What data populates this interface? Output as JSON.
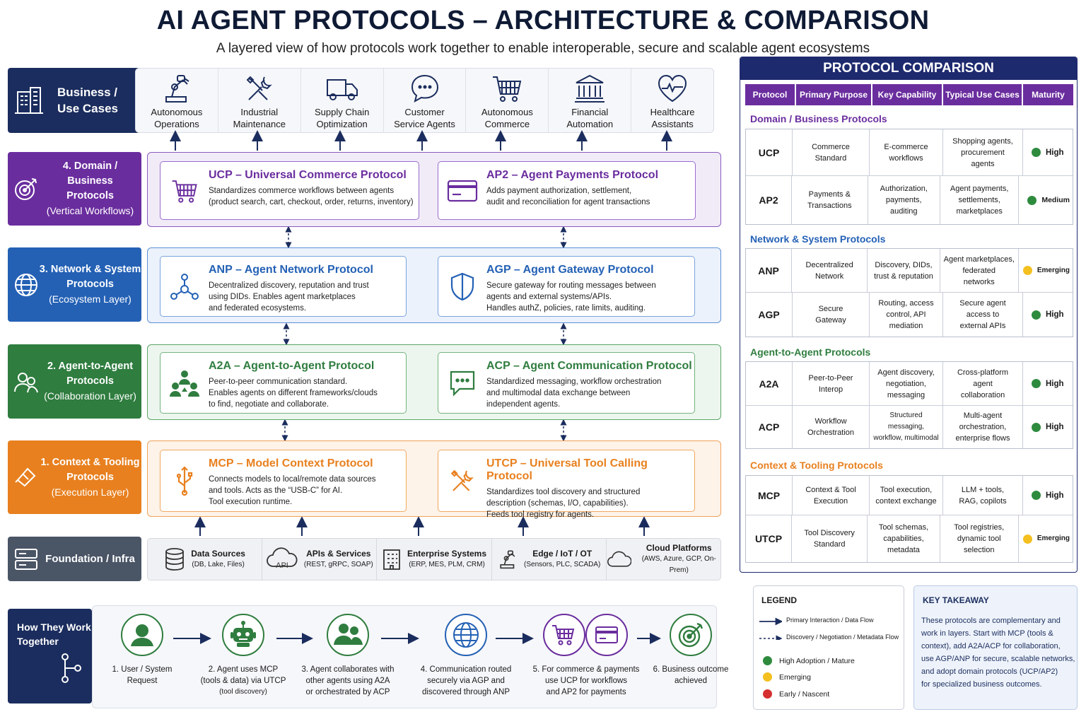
{
  "title": "AI AGENT PROTOCOLS – ARCHITECTURE & COMPARISON",
  "subtitle": "A layered view of how protocols work together to enable interoperable, secure and scalable agent ecosystems",
  "colors": {
    "navy": "#1b2d5e",
    "purple": "#6a2d9e",
    "blue": "#2461b5",
    "green": "#2f7d3f",
    "orange": "#e8801f",
    "slate": "#4a5566",
    "yellow": "#f4c020",
    "red": "#d62f2f"
  },
  "layers": {
    "business": {
      "line1": "Business /",
      "line2": "Use Cases"
    },
    "domain": {
      "line1": "4. Domain / Business",
      "line2": "Protocols",
      "line3": "(Vertical Workflows)"
    },
    "network": {
      "line1": "3. Network & System",
      "line2": "Protocols",
      "line3": "(Ecosystem Layer)"
    },
    "a2a": {
      "line1": "2. Agent-to-Agent",
      "line2": "Protocols",
      "line3": "(Collaboration Layer)"
    },
    "context": {
      "line1": "1. Context & Tooling",
      "line2": "Protocols",
      "line3": "(Execution Layer)"
    },
    "foundation": {
      "line1": "Foundation / Infra"
    }
  },
  "use_cases": [
    {
      "l1": "Autonomous",
      "l2": "Operations",
      "icon": "robot-arm-icon"
    },
    {
      "l1": "Industrial",
      "l2": "Maintenance",
      "icon": "tools-icon"
    },
    {
      "l1": "Supply Chain",
      "l2": "Optimization",
      "icon": "truck-icon"
    },
    {
      "l1": "Customer",
      "l2": "Service Agents",
      "icon": "chat-icon"
    },
    {
      "l1": "Autonomous",
      "l2": "Commerce",
      "icon": "cart-icon"
    },
    {
      "l1": "Financial",
      "l2": "Automation",
      "icon": "bank-icon"
    },
    {
      "l1": "Healthcare",
      "l2": "Assistants",
      "icon": "heart-icon"
    }
  ],
  "cards": {
    "ucp": {
      "abbr": "UCP",
      "name": " – Universal Commerce Protocol",
      "d1": "Standardizes commerce workflows between agents",
      "d2": "(product search, cart, checkout, order, returns, inventory)"
    },
    "ap2": {
      "abbr": "AP2",
      "name": " – Agent Payments Protocol",
      "d1": "Adds payment authorization, settlement,",
      "d2": "audit and reconciliation for agent transactions"
    },
    "anp": {
      "abbr": "ANP",
      "name": " – Agent Network Protocol",
      "d1": "Decentralized discovery, reputation and trust",
      "d2": "using DIDs. Enables agent marketplaces",
      "d3": "and federated ecosystems."
    },
    "agp": {
      "abbr": "AGP",
      "name": " – Agent Gateway Protocol",
      "d1": "Secure gateway for routing messages between",
      "d2": "agents and external systems/APIs.",
      "d3": "Handles authZ, policies, rate limits, auditing."
    },
    "a2a": {
      "abbr": "A2A",
      "name": " – Agent-to-Agent Protocol",
      "d1": "Peer-to-peer communication standard.",
      "d2": "Enables agents on different frameworks/clouds",
      "d3": "to find, negotiate and collaborate."
    },
    "acp": {
      "abbr": "ACP",
      "name": " – Agent Communication Protocol",
      "d1": "Standardized messaging, workflow orchestration",
      "d2": "and multimodal data exchange between",
      "d3": "independent agents."
    },
    "mcp": {
      "abbr": "MCP",
      "name": " – Model Context Protocol",
      "d1": "Connects models to local/remote data sources",
      "d2": "and tools. Acts as the “USB-C” for AI.",
      "d3": "Tool execution runtime."
    },
    "utcp": {
      "abbr": "UTCP",
      "name": " – Universal Tool Calling Protocol",
      "d1": "Standardizes tool discovery and structured",
      "d2": "description (schemas, I/O, capabilities).",
      "d3": "Feeds tool registry for agents."
    }
  },
  "foundation": [
    {
      "title": "Data Sources",
      "sub": "(DB, Lake, Files)",
      "icon": "database-icon"
    },
    {
      "title": "APIs & Services",
      "sub": "(REST, gRPC, SOAP)",
      "icon": "api-cloud-icon",
      "icon_text": "API"
    },
    {
      "title": "Enterprise Systems",
      "sub": "(ERP, MES, PLM, CRM)",
      "icon": "building-icon"
    },
    {
      "title": "Edge / IoT / OT",
      "sub": "(Sensors, PLC, SCADA)",
      "icon": "robot-arm-icon"
    },
    {
      "title": "Cloud Platforms",
      "sub": "(AWS, Azure, GCP, On-Prem)",
      "icon": "cloud-icon"
    }
  ],
  "how": {
    "title_l1": "How They Work",
    "title_l2": "Together",
    "steps": [
      {
        "l1": "1. User / System",
        "l2": "Request",
        "l3": ""
      },
      {
        "l1": "2. Agent uses MCP",
        "l2": "(tools & data) via UTCP",
        "l3": "(tool discovery)"
      },
      {
        "l1": "3. Agent collaborates with",
        "l2": "other agents using A2A",
        "l3": "or orchestrated by ACP"
      },
      {
        "l1": "4. Communication routed",
        "l2": "securely via AGP and",
        "l3": "discovered through ANP"
      },
      {
        "l1": "5. For commerce & payments",
        "l2": "use UCP for workflows",
        "l3": "and AP2 for payments"
      },
      {
        "l1": "6. Business outcome",
        "l2": "achieved",
        "l3": ""
      }
    ]
  },
  "comparison": {
    "title": "PROTOCOL COMPARISON",
    "columns": [
      "Protocol",
      "Primary Purpose",
      "Key Capability",
      "Typical Use Cases",
      "Maturity"
    ],
    "groups": [
      {
        "title": "Domain / Business Protocols",
        "rows": [
          {
            "p": "UCP",
            "a1": "Commerce",
            "a2": "Standard",
            "a3": "",
            "b1": "E-commerce",
            "b2": "workflows",
            "b3": "",
            "c1": "Shopping agents,",
            "c2": "procurement",
            "c3": "agents",
            "m": "High",
            "mc": "#2e8b3e"
          },
          {
            "p": "AP2",
            "a1": "Payments &",
            "a2": "Transactions",
            "a3": "",
            "b1": "Authorization,",
            "b2": "payments,",
            "b3": "auditing",
            "c1": "Agent payments,",
            "c2": "settlements,",
            "c3": "marketplaces",
            "m": "Medium",
            "mc": "#2e8b3e"
          }
        ]
      },
      {
        "title": "Network & System Protocols",
        "rows": [
          {
            "p": "ANP",
            "a1": "Decentralized",
            "a2": "Network",
            "a3": "",
            "b1": "Discovery, DIDs,",
            "b2": "trust & reputation",
            "b3": "",
            "c1": "Agent marketplaces,",
            "c2": "federated",
            "c3": "networks",
            "m": "Emerging",
            "mc": "#f4c020"
          },
          {
            "p": "AGP",
            "a1": "Secure",
            "a2": "Gateway",
            "a3": "",
            "b1": "Routing, access",
            "b2": "control, API",
            "b3": "mediation",
            "c1": "Secure agent",
            "c2": "access to",
            "c3": "external APIs",
            "m": "High",
            "mc": "#2e8b3e"
          }
        ]
      },
      {
        "title": "Agent-to-Agent Protocols",
        "rows": [
          {
            "p": "A2A",
            "a1": "Peer-to-Peer",
            "a2": "Interop",
            "a3": "",
            "b1": "Agent discovery,",
            "b2": "negotiation,",
            "b3": "messaging",
            "c1": "Cross-platform",
            "c2": "agent",
            "c3": "collaboration",
            "m": "High",
            "mc": "#2e8b3e"
          },
          {
            "p": "ACP",
            "a1": "Workflow",
            "a2": "Orchestration",
            "a3": "",
            "b1": "Structured",
            "b2": "messaging,",
            "b3": "workflow, multimodal",
            "c1": "Multi-agent",
            "c2": "orchestration,",
            "c3": "enterprise flows",
            "m": "High",
            "mc": "#2e8b3e"
          }
        ]
      },
      {
        "title": "Context & Tooling Protocols",
        "rows": [
          {
            "p": "MCP",
            "a1": "Context & Tool",
            "a2": "Execution",
            "a3": "",
            "b1": "Tool execution,",
            "b2": "context exchange",
            "b3": "",
            "c1": "LLM + tools,",
            "c2": "RAG, copilots",
            "c3": "",
            "m": "High",
            "mc": "#2e8b3e"
          },
          {
            "p": "UTCP",
            "a1": "Tool Discovery",
            "a2": "Standard",
            "a3": "",
            "b1": "Tool schemas,",
            "b2": "capabilities,",
            "b3": "metadata",
            "c1": "Tool registries,",
            "c2": "dynamic tool",
            "c3": "selection",
            "m": "Emerging",
            "mc": "#f4c020"
          }
        ]
      }
    ]
  },
  "legend": {
    "title": "LEGEND",
    "solid": "Primary Interaction / Data Flow",
    "dashed": "Discovery / Negotiation / Metadata Flow",
    "high": "High Adoption / Mature",
    "emerging": "Emerging",
    "early": "Early / Nascent"
  },
  "takeaway": {
    "title": "KEY TAKEAWAY",
    "l1": "These protocols are complementary and",
    "l2": "work in layers. Start with MCP (tools &",
    "l3": "context), add A2A/ACP for collaboration,",
    "l4": "use AGP/ANP for secure, scalable networks,",
    "l5": "and adopt domain protocols (UCP/AP2)",
    "l6": "for specialized business outcomes."
  }
}
